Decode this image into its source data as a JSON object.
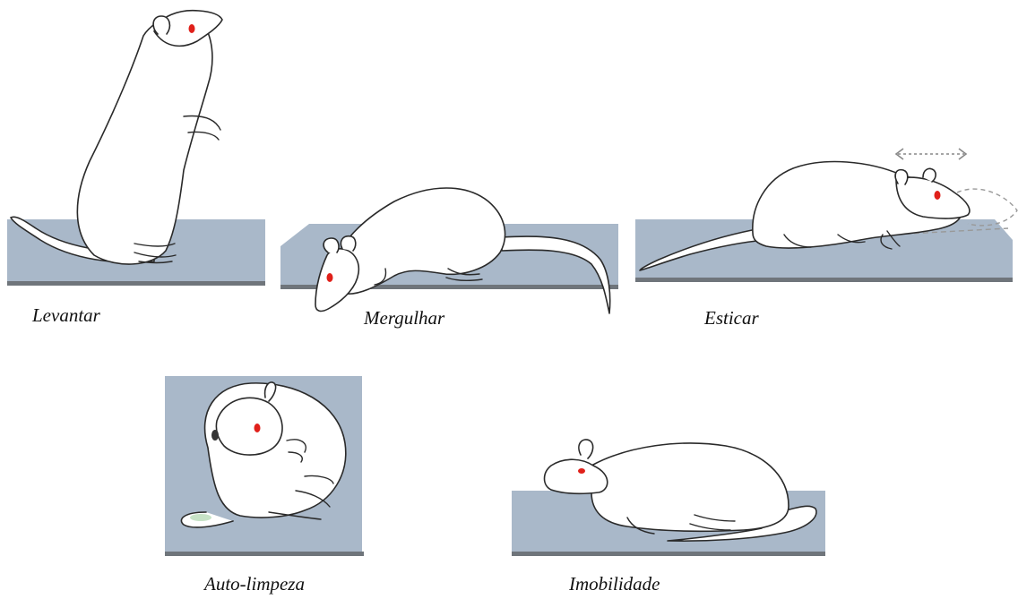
{
  "panels": [
    {
      "id": "levantar",
      "caption": "Levantar"
    },
    {
      "id": "mergulhar",
      "caption": "Mergulhar"
    },
    {
      "id": "esticar",
      "caption": "Esticar"
    },
    {
      "id": "auto-limpeza",
      "caption": "Auto-limpeza"
    },
    {
      "id": "imobilidade",
      "caption": "Imobilidade"
    }
  ],
  "colors": {
    "floor": "#a9b8c9",
    "floor_edge": "#6f757b",
    "eye": "#e0201a"
  }
}
